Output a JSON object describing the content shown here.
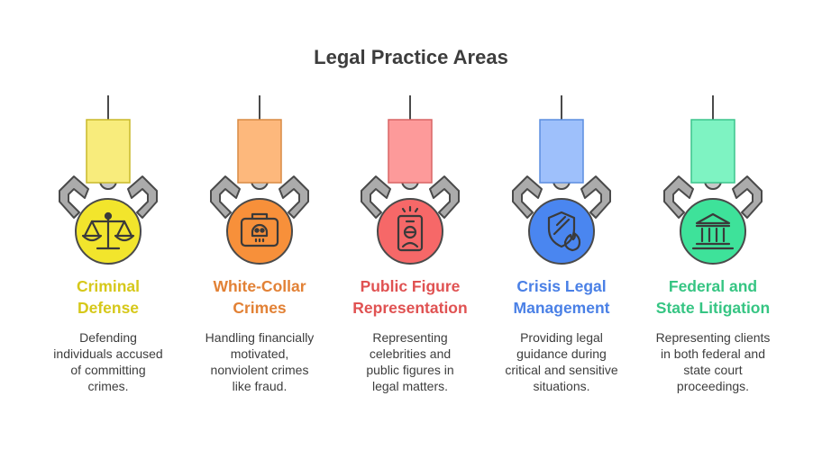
{
  "title": "Legal Practice Areas",
  "items": [
    {
      "heading": [
        "Criminal",
        "Defense"
      ],
      "description": [
        "Defending",
        "individuals accused",
        "of committing",
        "crimes."
      ],
      "icon": "scales-of-justice-icon",
      "colors": {
        "block": "#f8ec7c",
        "block_stroke": "#c9b92a",
        "circle": "#f2e52c",
        "heading": "#d6c81a"
      }
    },
    {
      "heading": [
        "White-Collar",
        "Crimes"
      ],
      "description": [
        "Handling financially",
        "motivated,",
        "nonviolent crimes",
        "like fraud."
      ],
      "icon": "briefcase-skull-icon",
      "colors": {
        "block": "#fdb87c",
        "block_stroke": "#d98a44",
        "circle": "#f7903a",
        "heading": "#e28135"
      }
    },
    {
      "heading": [
        "Public Figure",
        "Representation"
      ],
      "description": [
        "Representing",
        "celebrities and",
        "public figures in",
        "legal matters."
      ],
      "icon": "id-badge-icon",
      "colors": {
        "block": "#fd9a9a",
        "block_stroke": "#d96464",
        "circle": "#f66868",
        "heading": "#e05252"
      }
    },
    {
      "heading": [
        "Crisis Legal",
        "Management"
      ],
      "description": [
        "Providing legal",
        "guidance during",
        "critical and sensitive",
        "situations."
      ],
      "icon": "shield-fire-icon",
      "colors": {
        "block": "#9ec0fb",
        "block_stroke": "#5b8ee0",
        "circle": "#4a86f0",
        "heading": "#4a80e6"
      }
    },
    {
      "heading": [
        "Federal and",
        "State Litigation"
      ],
      "description": [
        "Representing clients",
        "in both federal and",
        "state court",
        "proceedings."
      ],
      "icon": "courthouse-icon",
      "colors": {
        "block": "#7ef3c2",
        "block_stroke": "#3cc48c",
        "circle": "#3ee29a",
        "heading": "#36c583"
      }
    }
  ]
}
